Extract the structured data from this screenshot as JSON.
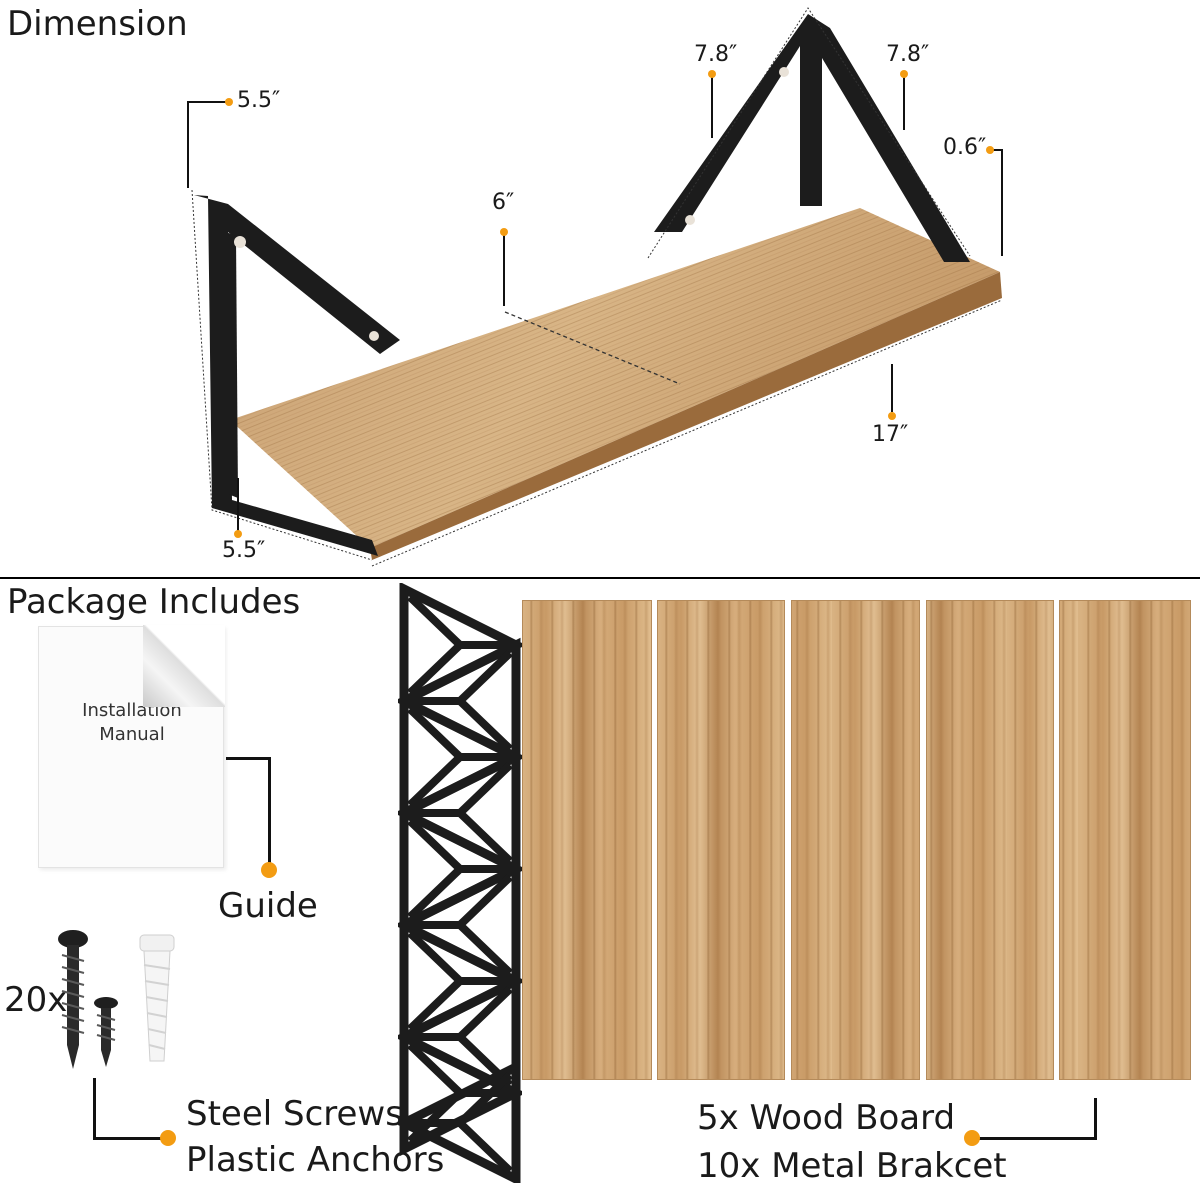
{
  "sections": {
    "dimension_title": "Dimension",
    "package_title": "Package Includes"
  },
  "dimensions": {
    "bracket_top_left": "5.5″",
    "bracket_bottom_left": "5.5″",
    "depth": "6″",
    "bracket_side_left": "7.8″",
    "bracket_side_right": "7.8″",
    "board_thickness": "0.6″",
    "board_length": "17″"
  },
  "package": {
    "manual_line1": "Installation",
    "manual_line2": "Manual",
    "guide_label": "Guide",
    "screws_count": "20x",
    "screws_label": "Steel Screws",
    "anchors_label": "Plastic Anchors",
    "boards_label": "5x Wood Board",
    "brackets_label": "10x Metal Brakcet",
    "board_count": 5,
    "bracket_count": 10
  },
  "colors": {
    "accent": "#f39c12",
    "metal": "#1c1c1c",
    "wood": "#c99b67"
  }
}
